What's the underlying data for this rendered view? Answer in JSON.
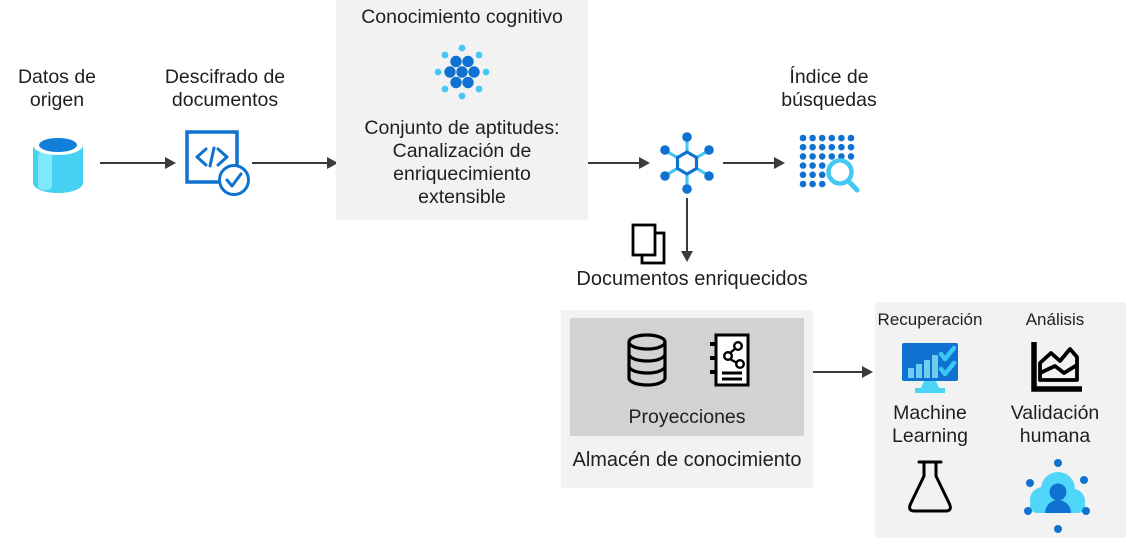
{
  "colors": {
    "accent_blue": "#1072d0",
    "accent_cyan": "#45c8f1",
    "box_gray": "#f2f2f2",
    "inner_box_gray": "#d2d2d2",
    "arrow_gray": "#3b3b3b",
    "text": "#1f1f1f"
  },
  "icons": {
    "source-database-icon": "cyan storage cylinder",
    "code-check-icon": "blue square with </> and check circle",
    "cognitive-skills-dots-icon": "blue dot cluster with cyan outer dots",
    "node-graph-icon": "hexagon hub with six spokes and dots",
    "search-index-grid-icon": "blue dot grid with cyan magnifier",
    "documents-icon": "two stacked document outlines",
    "datastore-icon": "black outline database cylinder",
    "projections-notebook-icon": "notebook with share glyph and lines",
    "ml-dashboard-icon": "blue monitor with bars and checkmarks",
    "area-chart-icon": "black outline area chart with axis",
    "experiment-flask-icon": "black outline laboratory flask",
    "human-cloud-icon": "cyan cloud with person and blue dots"
  },
  "nodes": {
    "source": {
      "lines": [
        "Datos de",
        "origen"
      ]
    },
    "document_cracking": {
      "lines": [
        "Descifrado de",
        "documentos"
      ]
    },
    "cognitive_skills_box": {
      "title": "Conocimiento cognitivo",
      "lines": [
        "Conjunto de aptitudes:",
        "Canalización de",
        "enriquecimiento",
        "extensible"
      ]
    },
    "search_index": {
      "lines": [
        "Índice de",
        "búsquedas"
      ]
    },
    "enriched_documents": {
      "label": "Documentos enriquecidos"
    },
    "knowledge_store_box": {
      "projections_label": "Proyecciones",
      "label": "Almacén de conocimiento"
    },
    "consumption_box": {
      "columns": [
        {
          "header": "Recuperación",
          "label_lines": [
            "Machine",
            "Learning"
          ]
        },
        {
          "header": "Análisis",
          "label_lines": [
            "Validación",
            "humana"
          ]
        }
      ]
    }
  }
}
